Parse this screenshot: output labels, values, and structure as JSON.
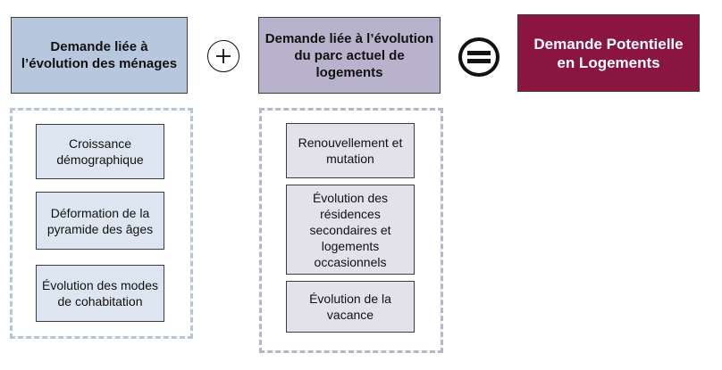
{
  "headers": {
    "households": "Demande liée à l’évolution des ménages",
    "housing_stock": "Demande liée à l’évolution du parc actuel de logements",
    "result": "Demande Potentielle en Logements"
  },
  "households_factors": [
    "Croissance démographique",
    "Déformation de la pyramide des âges",
    "Évolution des modes de cohabitation"
  ],
  "housing_factors": [
    "Renouvellement et mutation",
    "Évolution des résidences secondaires et logements occasionnels",
    "Évolution de la vacance"
  ],
  "operators": {
    "plus": "plus-icon",
    "equals": "equals-icon"
  },
  "colors": {
    "households_header": "#b7c8de",
    "housing_header": "#b9b2cc",
    "result_header": "#8a1541",
    "households_item": "#dde6f0",
    "housing_item": "#e3e1ea"
  }
}
